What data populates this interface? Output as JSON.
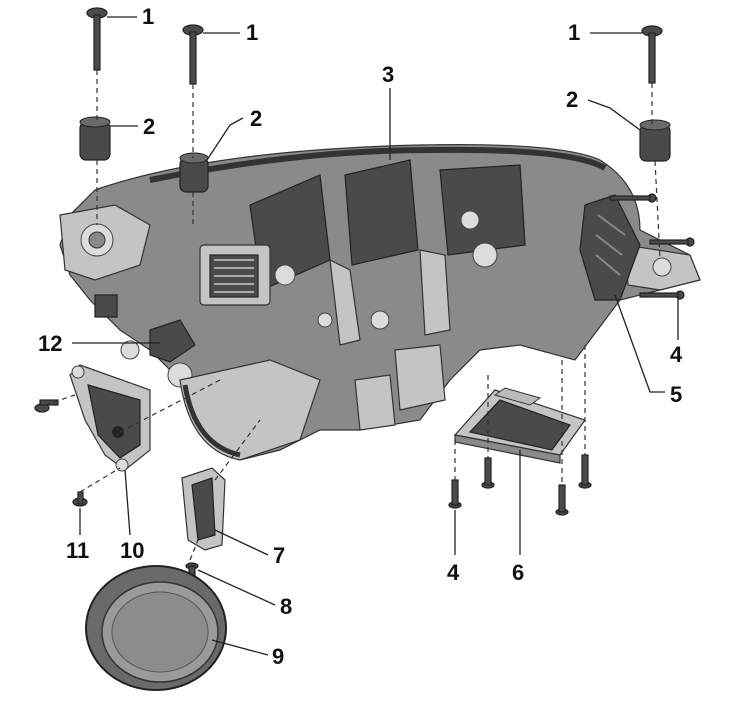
{
  "callouts": {
    "c1a": "1",
    "c1b": "1",
    "c1c": "1",
    "c2a": "2",
    "c2b": "2",
    "c2c": "2",
    "c3": "3",
    "c4a": "4",
    "c4b": "4",
    "c5": "5",
    "c6": "6",
    "c7": "7",
    "c8": "8",
    "c9": "9",
    "c10": "10",
    "c11": "11",
    "c12": "12"
  },
  "colors": {
    "housing": "#8c8c8c",
    "housing_dark": "#4a4a4a",
    "background": "#ffffff"
  }
}
